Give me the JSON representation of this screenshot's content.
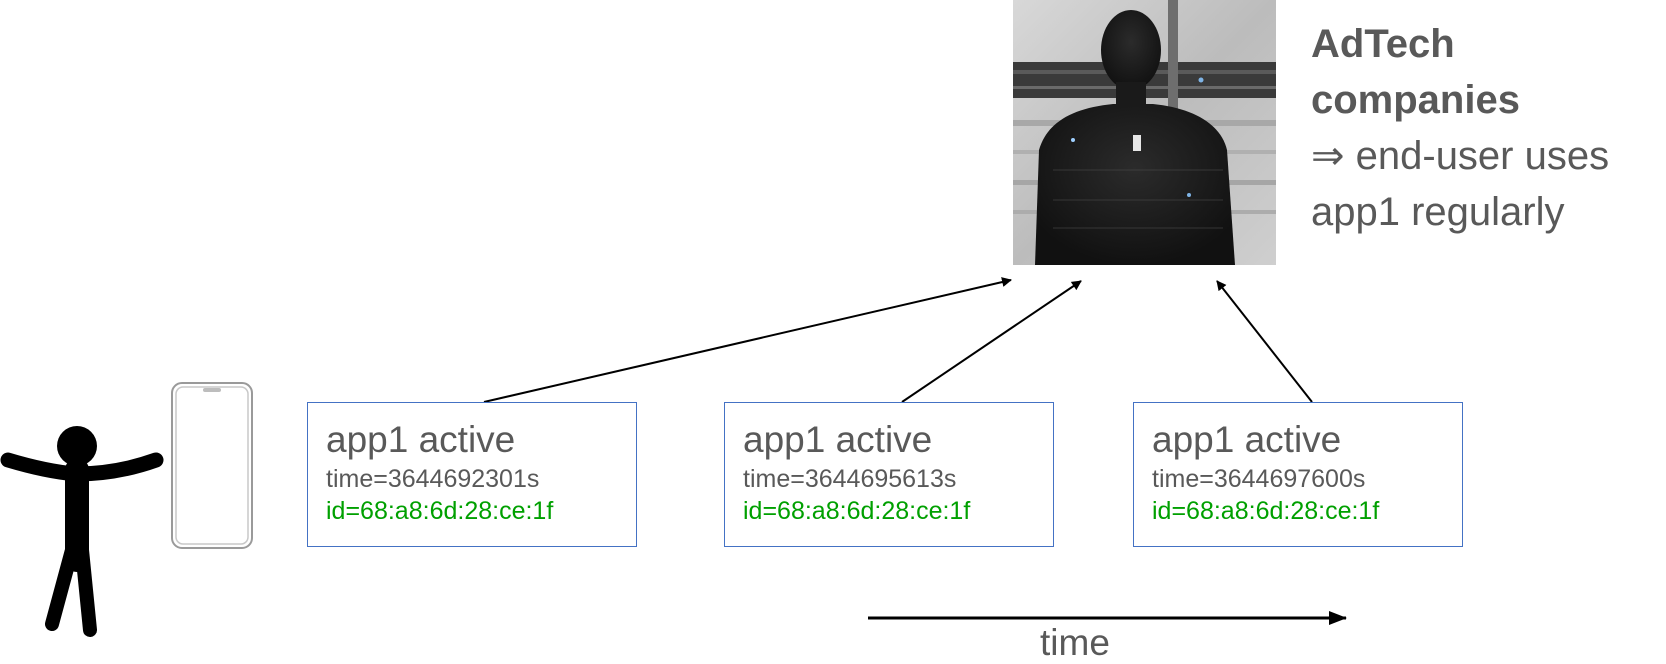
{
  "caption": {
    "title_line1": "AdTech",
    "title_line2": "companies",
    "line3": "⇒ end-user uses",
    "line4": "app1 regularly"
  },
  "events": [
    {
      "title": "app1 active",
      "time": "time=3644692301s",
      "id": "id=68:a8:6d:28:ce:1f"
    },
    {
      "title": "app1 active",
      "time": "time=3644695613s",
      "id": "id=68:a8:6d:28:ce:1f"
    },
    {
      "title": "app1 active",
      "time": "time=3644697600s",
      "id": "id=68:a8:6d:28:ce:1f"
    }
  ],
  "axis": {
    "label": "time"
  },
  "icons": {
    "person": "person-arms-out-icon",
    "phone": "smartphone-icon",
    "photo": "server-room-silhouette-photo"
  },
  "colors": {
    "box_border": "#4472c4",
    "id_text": "#00a000",
    "body_text": "#595959"
  }
}
